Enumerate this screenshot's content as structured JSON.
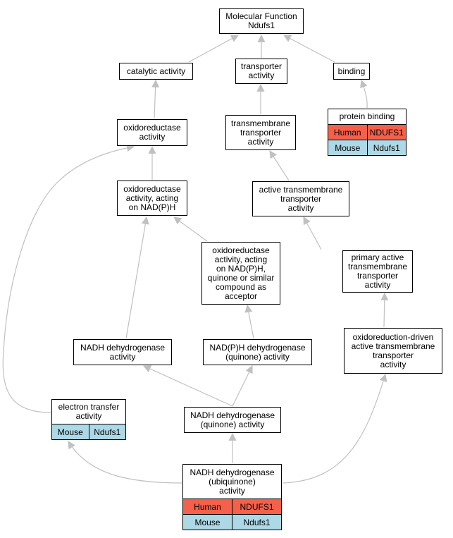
{
  "nodes": {
    "mf": {
      "label": "Molecular Function\nNdufs1"
    },
    "catalytic": {
      "label": "catalytic activity"
    },
    "transporter": {
      "label": "transporter\nactivity"
    },
    "binding": {
      "label": "binding"
    },
    "protbind": {
      "label": "protein binding",
      "rows": [
        [
          "Human",
          "NDUFS1"
        ],
        [
          "Mouse",
          "Ndufs1"
        ]
      ]
    },
    "oxred": {
      "label": "oxidoreductase\nactivity"
    },
    "tmtrans": {
      "label": "transmembrane\ntransporter\nactivity"
    },
    "oxnadph": {
      "label": "oxidoreductase\nactivity, acting\non NAD(P)H"
    },
    "acttm": {
      "label": "active transmembrane\ntransporter\nactivity"
    },
    "oxquin": {
      "label": "oxidoreductase\nactivity, acting\non NAD(P)H,\nquinone or similar\ncompound as\nacceptor"
    },
    "primact": {
      "label": "primary active\ntransmembrane\ntransporter\nactivity"
    },
    "nadhdh": {
      "label": "NADH dehydrogenase\nactivity"
    },
    "nadphq": {
      "label": "NAD(P)H dehydrogenase\n(quinone) activity"
    },
    "oxdriven": {
      "label": "oxidoreduction-driven\nactive transmembrane\ntransporter\nactivity"
    },
    "etrans": {
      "label": "electron transfer\nactivity",
      "rows": [
        [
          "Mouse",
          "Ndufs1"
        ]
      ]
    },
    "nadhq": {
      "label": "NADH dehydrogenase\n(quinone) activity"
    },
    "nadhubi": {
      "label": "NADH dehydrogenase\n(ubiquinone)\nactivity",
      "rows": [
        [
          "Human",
          "NDUFS1"
        ],
        [
          "Mouse",
          "Ndufs1"
        ]
      ]
    }
  },
  "colors": {
    "human": "#f4604a",
    "mouse": "#add8e6",
    "edge": "#c0c0c0"
  }
}
